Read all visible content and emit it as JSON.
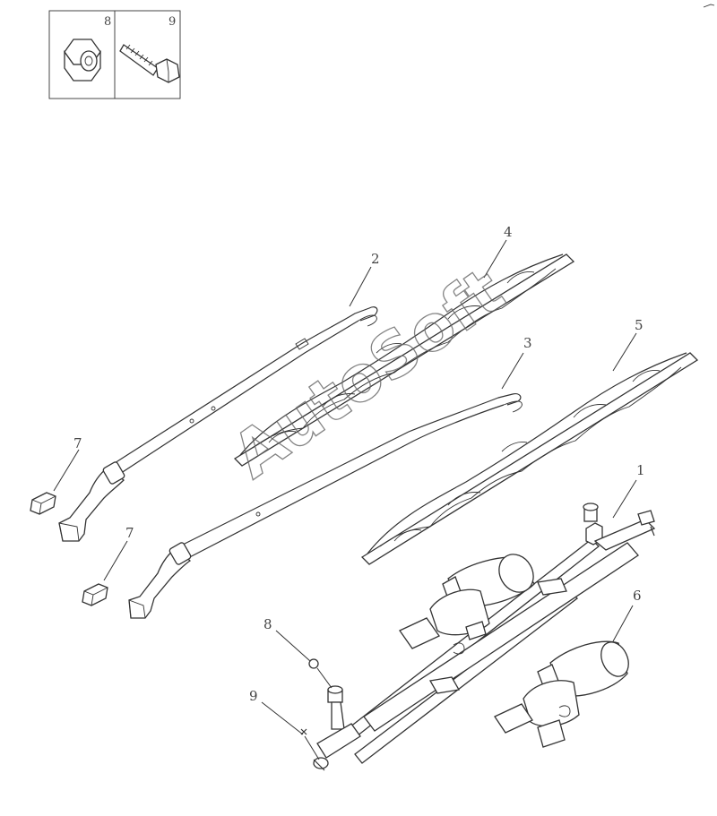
{
  "diagram": {
    "inset": {
      "cells": [
        {
          "id": "8",
          "icon": "hex-nut-icon"
        },
        {
          "id": "9",
          "icon": "hex-bolt-icon"
        }
      ]
    },
    "callouts": [
      {
        "id": "1",
        "part": "wiper-linkage"
      },
      {
        "id": "2",
        "part": "wiper-arm-left"
      },
      {
        "id": "3",
        "part": "wiper-arm-right"
      },
      {
        "id": "4",
        "part": "wiper-blade-left"
      },
      {
        "id": "5",
        "part": "wiper-blade-right"
      },
      {
        "id": "6",
        "part": "wiper-motor"
      },
      {
        "id": "7",
        "part": "arm-cap"
      },
      {
        "id": "7b",
        "label": "7",
        "part": "arm-cap"
      },
      {
        "id": "8",
        "part": "nut"
      },
      {
        "id": "9",
        "part": "bolt"
      }
    ],
    "watermark": "AutoSoft",
    "colors": {
      "line": "#333333",
      "background": "#ffffff"
    }
  }
}
